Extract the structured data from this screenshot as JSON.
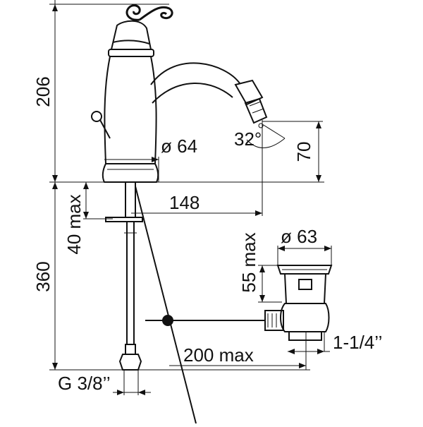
{
  "dimensions": {
    "total_height_top": "206",
    "total_height_bottom": "360",
    "base_diameter": "ø 64",
    "spout_reach": "148",
    "spout_height": "70",
    "spout_angle": "32°",
    "max_deck_thickness": "40 max",
    "waste_diameter": "ø 63",
    "waste_height": "55 max",
    "pull_rod_length": "200 max",
    "waste_thread": "1-1/4’’",
    "inlet_thread": "G 3/8’’"
  },
  "colors": {
    "line": "#111111",
    "background": "#ffffff"
  }
}
